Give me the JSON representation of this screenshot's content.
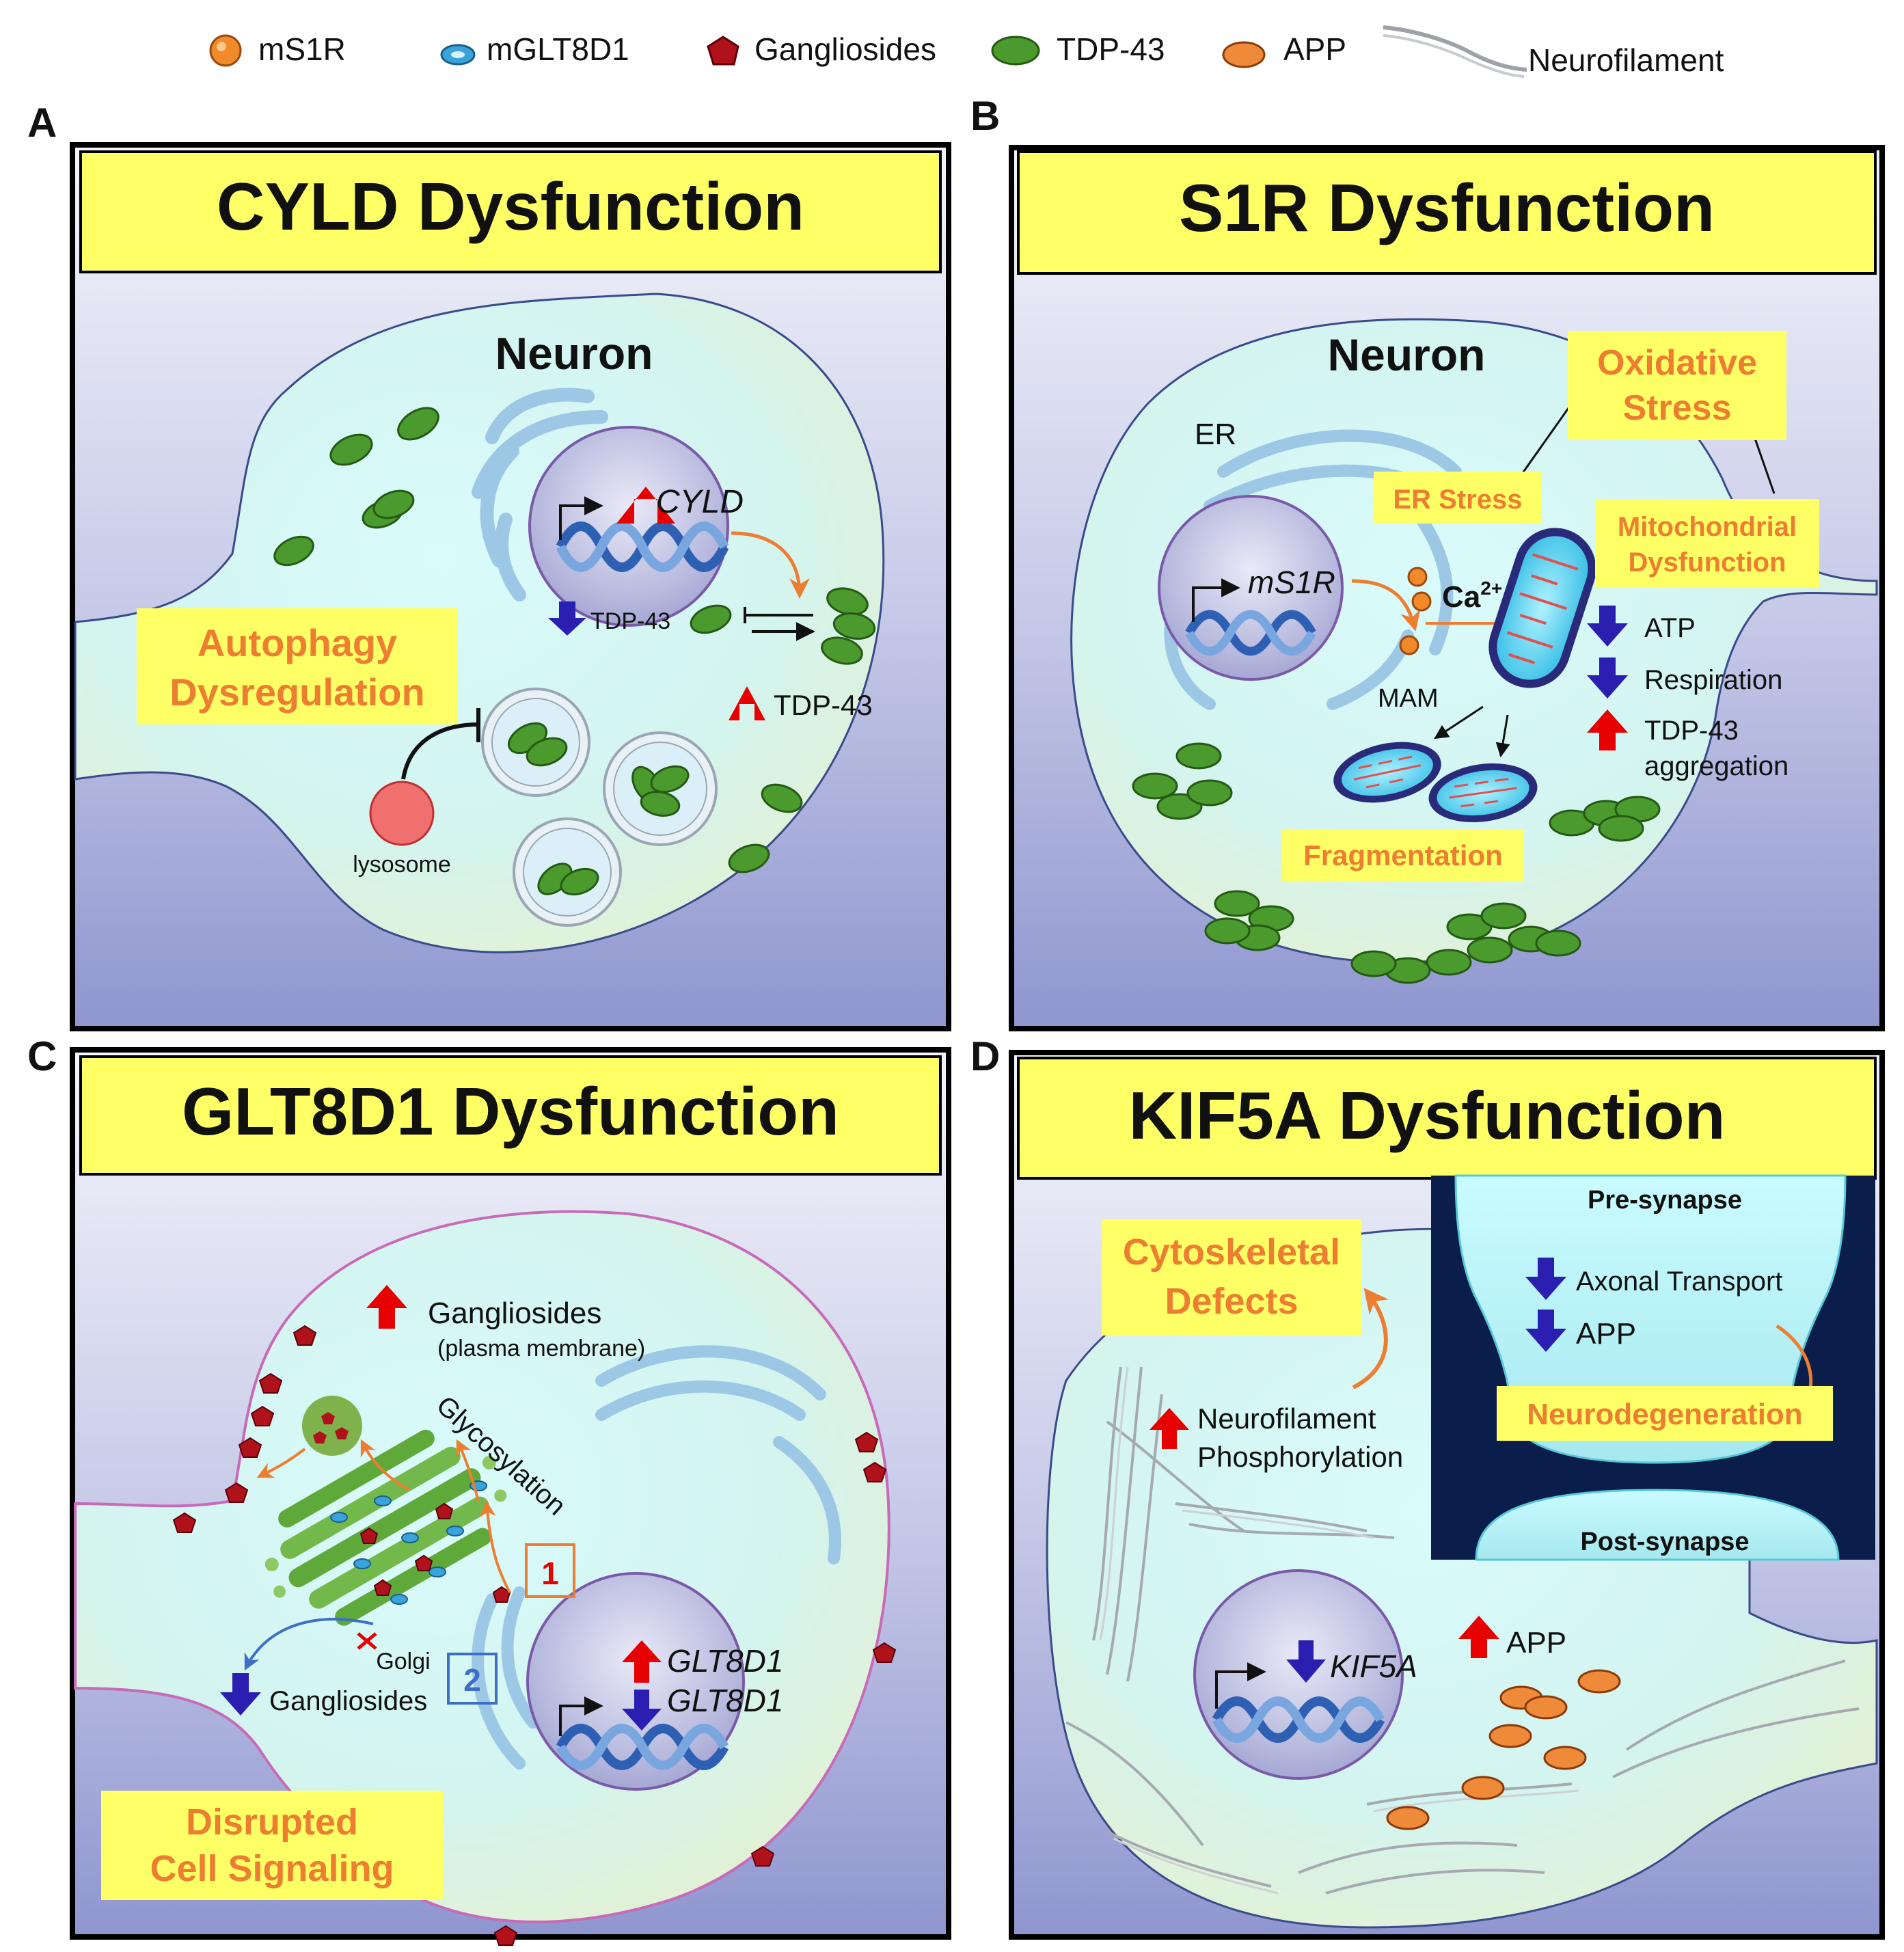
{
  "legend": {
    "ms1r": "mS1R",
    "mglt8d1": "mGLT8D1",
    "gangliosides": "Gangliosides",
    "tdp43": "TDP-43",
    "app": "APP",
    "neurofilament": "Neurofilament"
  },
  "colors": {
    "title_bar": "#ffff66",
    "label_box": "#ffff66",
    "label_text": "#ed7d31",
    "cell_fill": "#d6f7f3",
    "tdp43": "#4a9a2e",
    "up_arrow": "#e60000",
    "down_arrow": "#2a1fb0",
    "synapse_bg": "#0b1d4a"
  },
  "panels": {
    "a": {
      "letter": "A",
      "title": "CYLD Dysfunction",
      "neuron": "Neuron",
      "gene": "CYLD",
      "tdp_nucleus": "TDP-43",
      "tdp_up": "TDP-43",
      "autophagy_1": "Autophagy",
      "autophagy_2": "Dysregulation",
      "lysosome": "lysosome"
    },
    "b": {
      "letter": "B",
      "title": "S1R Dysfunction",
      "neuron": "Neuron",
      "er": "ER",
      "gene": "mS1R",
      "ca": "Ca",
      "ca_sup": "2+",
      "mam": "MAM",
      "ox_1": "Oxidative",
      "ox_2": "Stress",
      "er_stress": "ER Stress",
      "mito_1": "Mitochondrial",
      "mito_2": "Dysfunction",
      "atp": "ATP",
      "respiration": "Respiration",
      "tdp_agg_1": "TDP-43",
      "tdp_agg_2": "aggregation",
      "fragmentation": "Fragmentation"
    },
    "c": {
      "letter": "C",
      "title": "GLT8D1 Dysfunction",
      "gang_up": "Gangliosides",
      "gang_pm": "(plasma membrane)",
      "glycosylation": "Glycosylation",
      "golgi": "Golgi",
      "gene_up": "GLT8D1",
      "gene_down": "GLT8D1",
      "gang_down": "Gangliosides",
      "box1": "1",
      "box2": "2",
      "disrupted_1": "Disrupted",
      "disrupted_2": "Cell Signaling"
    },
    "d": {
      "letter": "D",
      "title": "KIF5A Dysfunction",
      "cyto_1": "Cytoskeletal",
      "cyto_2": "Defects",
      "pre": "Pre-synapse",
      "axonal": "Axonal Transport",
      "app_down": "APP",
      "neurodegeneration": "Neurodegeneration",
      "post": "Post-synapse",
      "nf_1": "Neurofilament",
      "nf_2": "Phosphorylation",
      "gene": "KIF5A",
      "app_up": "APP"
    }
  }
}
